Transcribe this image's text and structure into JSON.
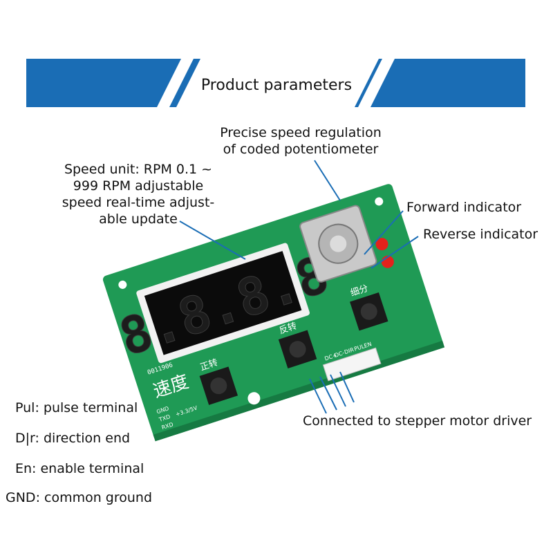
{
  "banner": {
    "title": "Product parameters",
    "color": "#1a6db5"
  },
  "callouts": {
    "potentiometer": [
      "Precise speed regulation",
      "of coded potentiometer"
    ],
    "speed_unit": [
      "Speed unit: RPM 0.1 ~",
      "999 RPM adjustable",
      "speed real-time adjust-",
      "able update"
    ],
    "forward": "Forward indicator",
    "reverse": "Reverse indicator",
    "driver": "Connected to stepper motor driver"
  },
  "terminals": [
    "Pul: pulse terminal",
    "D|r: direction end",
    "En: enable terminal",
    "GND: common ground"
  ],
  "board": {
    "display_digits": "8.8.8.8",
    "silk_left": "速度",
    "silk_forward": "正转",
    "silk_reverse": "反转",
    "silk_fine": "细分",
    "silk_serial": "0011906",
    "pin_labels": [
      "GND",
      "TXD",
      "RXD",
      "+3.3/5V"
    ],
    "header_labels": [
      "DC+",
      "DC-",
      "DIR",
      "PUL",
      "EN"
    ],
    "pcb_color": "#1f9a55",
    "led_color": "#e3211c"
  }
}
